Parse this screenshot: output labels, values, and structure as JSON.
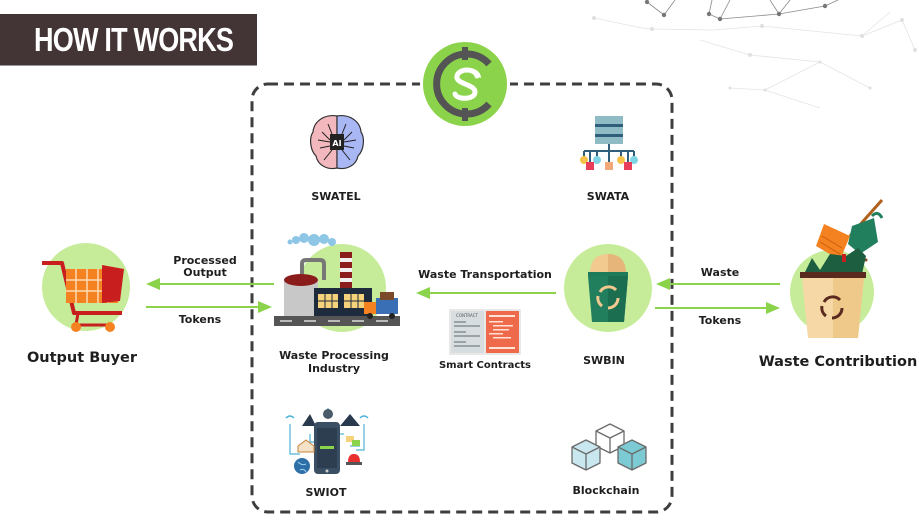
{
  "header": {
    "title": "HOW IT WORKS"
  },
  "colors": {
    "title_bg": "#433535",
    "accent_green": "#8bd34a",
    "circle_bg": "#c6ec9a",
    "border_dash": "#3e3e3e",
    "text": "#1e1e1e"
  },
  "logo": {
    "icon": "swachhcoin-logo-icon"
  },
  "platform_components": {
    "swatel": {
      "label": "SWATEL",
      "icon": "ai-brain-icon"
    },
    "swata": {
      "label": "SWATA",
      "icon": "data-hierarchy-icon"
    },
    "swiot": {
      "label": "SWIOT",
      "icon": "iot-devices-icon"
    },
    "blockchain": {
      "label": "Blockchain",
      "icon": "blockchain-cubes-icon"
    },
    "smart_contracts": {
      "label": "Smart Contracts",
      "icon": "contract-document-icon"
    },
    "swbin": {
      "label": "SWBIN",
      "icon": "recycle-bin-icon"
    },
    "waste_processing": {
      "label_line1": "Waste Processing",
      "label_line2": "Industry",
      "icon": "factory-icon"
    }
  },
  "external_actors": {
    "output_buyer": {
      "label": "Output Buyer",
      "icon": "shopping-cart-icon"
    },
    "waste_contribution": {
      "label": "Waste Contribution",
      "icon": "waste-basket-icon"
    }
  },
  "flows": {
    "processed_output": {
      "line1": "Processed",
      "line2": "Output",
      "direction": "to Output Buyer"
    },
    "tokens_left": {
      "label": "Tokens",
      "direction": "to Waste Processing Industry"
    },
    "waste_transportation": {
      "label": "Waste Transportation",
      "direction": "SWBIN to Waste Processing Industry"
    },
    "waste": {
      "label": "Waste",
      "direction": "Waste Contribution to SWBIN"
    },
    "tokens_right": {
      "label": "Tokens",
      "direction": "to Waste Contribution"
    }
  }
}
